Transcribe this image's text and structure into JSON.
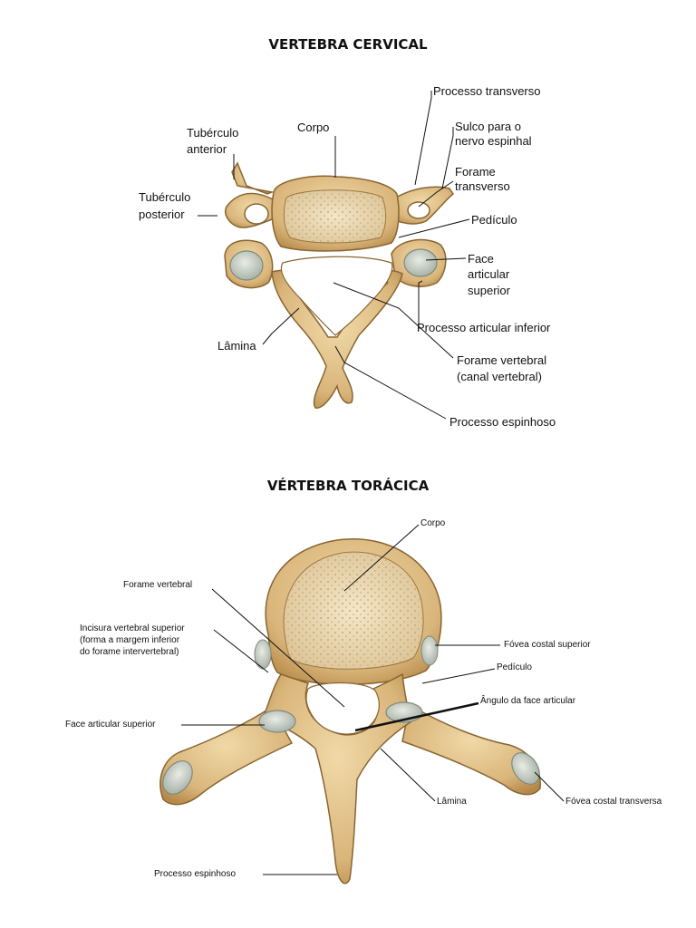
{
  "cervical": {
    "title": "VERTEBRA CERVICAL",
    "labels": {
      "processo_transverso": "Processo transverso",
      "sulco_line1": "Sulco para o",
      "sulco_line2": "nervo espinhal",
      "forame_transverso_line1": "Forame",
      "forame_transverso_line2": "transverso",
      "pediculo": "Pedículo",
      "face_line1": "Face",
      "face_line2": "articular",
      "face_line3": "superior",
      "processo_articular_inferior": "Processo articular inferior",
      "forame_vertebral_line1": "Forame vertebral",
      "forame_vertebral_line2": "(canal vertebral)",
      "processo_espinhoso": "Processo espinhoso",
      "lamina": "Lâmina",
      "tuberculo_posterior_line1": "Tubérculo",
      "tuberculo_posterior_line2": "posterior",
      "tuberculo_anterior_line1": "Tubérculo",
      "tuberculo_anterior_line2": "anterior",
      "corpo": "Corpo"
    }
  },
  "toracica": {
    "title": "VÉRTEBRA TORÁCICA",
    "labels": {
      "corpo": "Corpo",
      "forame_vertebral": "Forame vertebral",
      "incisura_line1": "Incisura vertebral superior",
      "incisura_line2": "(forma a margem inferior",
      "incisura_line3": "do forame intervertebral)",
      "fovea_costal_superior": "Fóvea costal superior",
      "pediculo": "Pedículo",
      "angulo": "Ângulo da face articular",
      "face_articular_superior": "Face articular superior",
      "lamina": "Lâmina",
      "fovea_costal_transversa": "Fóvea costal transversa",
      "processo_espinhoso": "Processo espinhoso"
    }
  },
  "colors": {
    "bone": "#e2c48e",
    "bone_dark": "#b88c4e",
    "bone_edge": "#8a6532",
    "cartilage": "#c9d1c8",
    "spongy": "#ead9b3"
  }
}
